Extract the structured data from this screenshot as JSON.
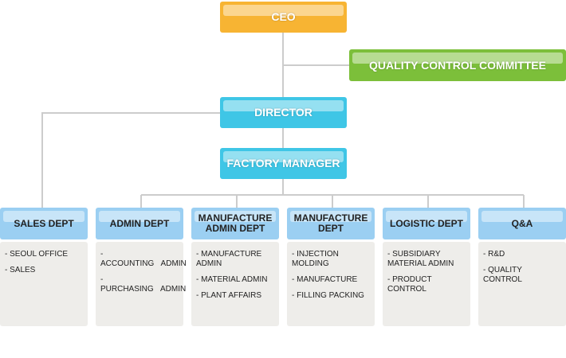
{
  "ceo": "CEO",
  "committee": "QUALITY CONTROL COMMITTEE",
  "director": "DIRECTOR",
  "factory_manager": "FACTORY MANAGER",
  "colors": {
    "ceo": "#f7b433",
    "committee": "#7cbf3a",
    "director": "#3fc6e6",
    "dept_header": "#9bcff2",
    "dept_body": "#eeedea",
    "connector": "#cccccc"
  },
  "departments": [
    {
      "name": "SALES DEPT",
      "items": [
        "- SEOUL OFFICE",
        "- SALES"
      ]
    },
    {
      "name": "ADMIN DEPT",
      "items": [
        "- ACCOUNTING   ADMIN",
        "- PURCHASING   ADMIN"
      ]
    },
    {
      "name": "MANUFACTURE ADMIN DEPT",
      "items": [
        "- MANUFACTURE ADMIN",
        "- MATERIAL ADMIN",
        "- PLANT AFFAIRS"
      ]
    },
    {
      "name": "MANUFACTURE DEPT",
      "items": [
        "- INJECTION MOLDING",
        "- MANUFACTURE",
        "- FILLING PACKING"
      ]
    },
    {
      "name": "LOGISTIC DEPT",
      "items": [
        "- SUBSIDIARY MATERIAL ADMIN",
        "- PRODUCT CONTROL"
      ]
    },
    {
      "name": "Q&A",
      "items": [
        "- R&D",
        "- QUALITY CONTROL"
      ]
    }
  ]
}
